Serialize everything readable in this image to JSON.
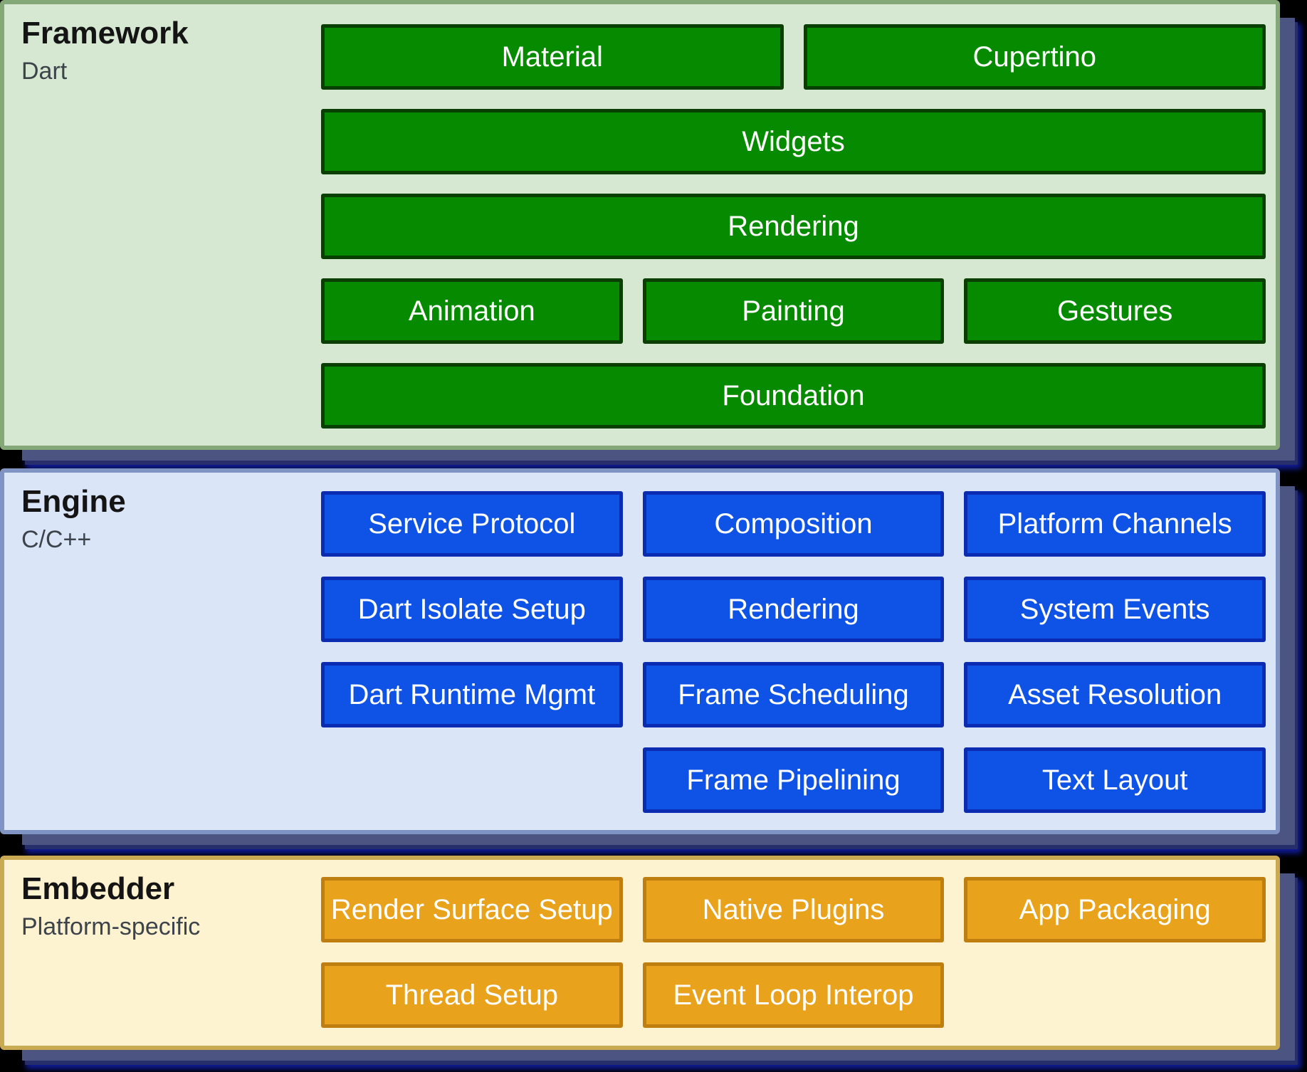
{
  "page": {
    "background_color": "#000000",
    "shadow_color": "#4c5481",
    "shadow_accent_color": "#101b96",
    "description": "Flutter architectural layers diagram"
  },
  "sections": [
    {
      "key": "framework",
      "title": "Framework",
      "subtitle": "Dart",
      "palette": {
        "card_bg": "#d6e8d1",
        "card_border": "#84a878",
        "box_bg": "#068b00",
        "box_border": "#093f00",
        "box_text": "#ffffff"
      },
      "rows": [
        {
          "layout": "half",
          "boxes": [
            "Material",
            "Cupertino"
          ]
        },
        {
          "layout": "full",
          "boxes": [
            "Widgets"
          ]
        },
        {
          "layout": "full",
          "boxes": [
            "Rendering"
          ]
        },
        {
          "layout": "thirds",
          "boxes": [
            "Animation",
            "Painting",
            "Gestures"
          ]
        },
        {
          "layout": "full",
          "boxes": [
            "Foundation"
          ]
        }
      ]
    },
    {
      "key": "engine",
      "title": "Engine",
      "subtitle": "C/C++",
      "palette": {
        "card_bg": "#dae5f8",
        "card_border": "#8094c4",
        "box_bg": "#0e52e6",
        "box_border": "#0b2cb0",
        "box_text": "#ffffff"
      },
      "rows": [
        {
          "layout": "thirds",
          "boxes": [
            "Service Protocol",
            "Composition",
            "Platform Channels"
          ]
        },
        {
          "layout": "thirds",
          "boxes": [
            "Dart Isolate Setup",
            "Rendering",
            "System Events"
          ]
        },
        {
          "layout": "thirds",
          "boxes": [
            "Dart Runtime Mgmt",
            "Frame Scheduling",
            "Asset Resolution"
          ]
        },
        {
          "layout": "thirds-offset-first",
          "boxes": [
            "Frame Pipelining",
            "Text Layout"
          ]
        }
      ]
    },
    {
      "key": "embedder",
      "title": "Embedder",
      "subtitle": "Platform-specific",
      "palette": {
        "card_bg": "#fdf3d0",
        "card_border": "#c9a952",
        "box_bg": "#e9a21b",
        "box_border": "#bf7e10",
        "box_text": "#ffffff"
      },
      "rows": [
        {
          "layout": "thirds",
          "boxes": [
            "Render Surface Setup",
            "Native Plugins",
            "App Packaging"
          ]
        },
        {
          "layout": "thirds-empty-last",
          "boxes": [
            "Thread Setup",
            "Event Loop Interop"
          ]
        }
      ]
    }
  ]
}
